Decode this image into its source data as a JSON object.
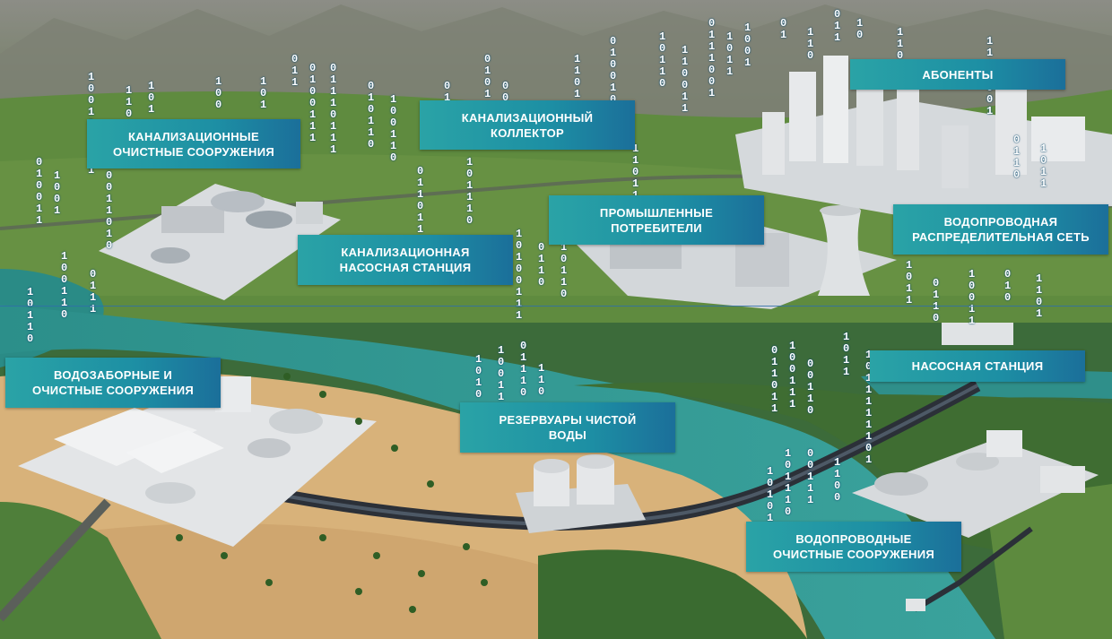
{
  "labels": {
    "sewage_treatment": "КАНАЛИЗАЦИОННЫЕ\nОЧИСТНЫЕ СООРУЖЕНИЯ",
    "sewer_collector": "КАНАЛИЗАЦИОННЫЙ\nКОЛЛЕКТОР",
    "subscribers": "АБОНЕНТЫ",
    "industrial_consumers": "ПРОМЫШЛЕННЫЕ\nПОТРЕБИТЕЛИ",
    "sewage_pump_station": "КАНАЛИЗАЦИОННАЯ\nНАСОСНАЯ СТАНЦИЯ",
    "distribution_network": "ВОДОПРОВОДНАЯ\nРАСПРЕДЕЛИТЕЛЬНАЯ СЕТЬ",
    "water_intake": "ВОДОЗАБОРНЫЕ И\nОЧИСТНЫЕ СООРУЖЕНИЯ",
    "pump_station": "НАСОСНАЯ СТАНЦИЯ",
    "clean_water_reservoirs": "РЕЗЕРВУАРЫ ЧИСТОЙ\nВОДЫ",
    "water_treatment": "ВОДОПРОВОДНЫЕ\nОЧИСТНЫЕ СООРУЖЕНИЯ"
  },
  "colors": {
    "label_start": "#2aa3a6",
    "label_end": "#1b6f9a",
    "river": "#2f8f8a",
    "sand": "#d8b27a",
    "grass": "#4f7f3a"
  }
}
